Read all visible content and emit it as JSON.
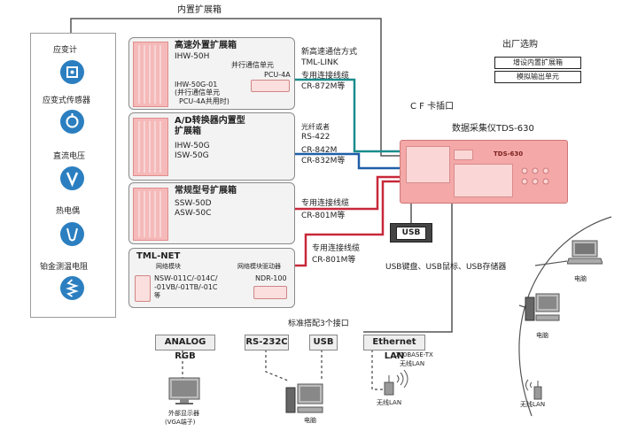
{
  "top_label": "内置扩展箱",
  "sensors": {
    "items": [
      {
        "label": "应变计",
        "icon": "strain-gauge-icon"
      },
      {
        "label": "应变式传感器",
        "icon": "strain-transducer-icon"
      },
      {
        "label": "直流电压",
        "icon": "dc-voltage-icon"
      },
      {
        "label": "热电偶",
        "icon": "thermocouple-icon"
      },
      {
        "label": "铂金测温电阻",
        "icon": "platinum-rtd-icon"
      }
    ]
  },
  "highspeed": {
    "title": "高速外置扩展箱",
    "model1": "IHW-50H",
    "parallel_label": "并行通信单元",
    "pcu": "PCU-4A",
    "model2a": "IHW-50G-01",
    "model2b": "(并行通信单元",
    "model2c": "PCU-4A共用时)"
  },
  "ad": {
    "title1": "A/D转换器内置型",
    "title2": "扩展箱",
    "model1": "IHW-50G",
    "model2": "ISW-50G"
  },
  "standard": {
    "title": "常规型号扩展箱",
    "model1": "SSW-50D",
    "model2": "ASW-50C"
  },
  "tmlnet": {
    "title": "TML-NET",
    "module_label": "网络模块",
    "driver_label": "网络模块驱动器",
    "module_models1": "NSW-011C/-014C/",
    "module_models2": "-01VB/-01TB/-01C",
    "module_models3": "等",
    "driver_model": "NDR-100"
  },
  "connections": {
    "new_method1": "新高速通信方式",
    "new_method2": "TML-LINK",
    "cable1_label": "专用连接线缆",
    "cable1_model": "CR-872M等",
    "optical1": "光纤或者",
    "optical2": "RS-422",
    "cr842": "CR-842M",
    "cr832": "CR-832M等",
    "cable3_label": "专用连接线缆",
    "cable3_model": "CR-801M等",
    "cable4_label": "专用连接线缆",
    "cable4_model": "CR-801M等"
  },
  "device": {
    "cf_label": "C F 卡插口",
    "name": "数据采集仪TDS-630",
    "badge": "TDS-630"
  },
  "factory_options": {
    "title": "出厂选购",
    "items": [
      "增设内置扩展箱",
      "模拟输出单元"
    ]
  },
  "usb": {
    "box": "USB",
    "caption": "USB键盘、USB鼠标、USB存储器"
  },
  "interfaces": {
    "title": "标准搭配3个接口",
    "analog": "ANALOG RGB",
    "rs232": "RS-232C",
    "usb": "USB",
    "ethernet": "Ethernet LAN",
    "base_tx": "100BASE-TX",
    "wireless_lan": "无线LAN",
    "monitor1": "外部显示器",
    "monitor2": "(VGA端子)",
    "pc_label": "电脑",
    "wifi_label": "无线LAN"
  },
  "network": {
    "pc1": "电脑",
    "pc2": "电脑",
    "wifi": "无线LAN"
  },
  "colors": {
    "teal": "#1a8c8c",
    "blue": "#1f5ea8",
    "red": "#c8283a",
    "sensor_blue": "#2b7fc0",
    "device_pink": "#f4a8a8"
  }
}
